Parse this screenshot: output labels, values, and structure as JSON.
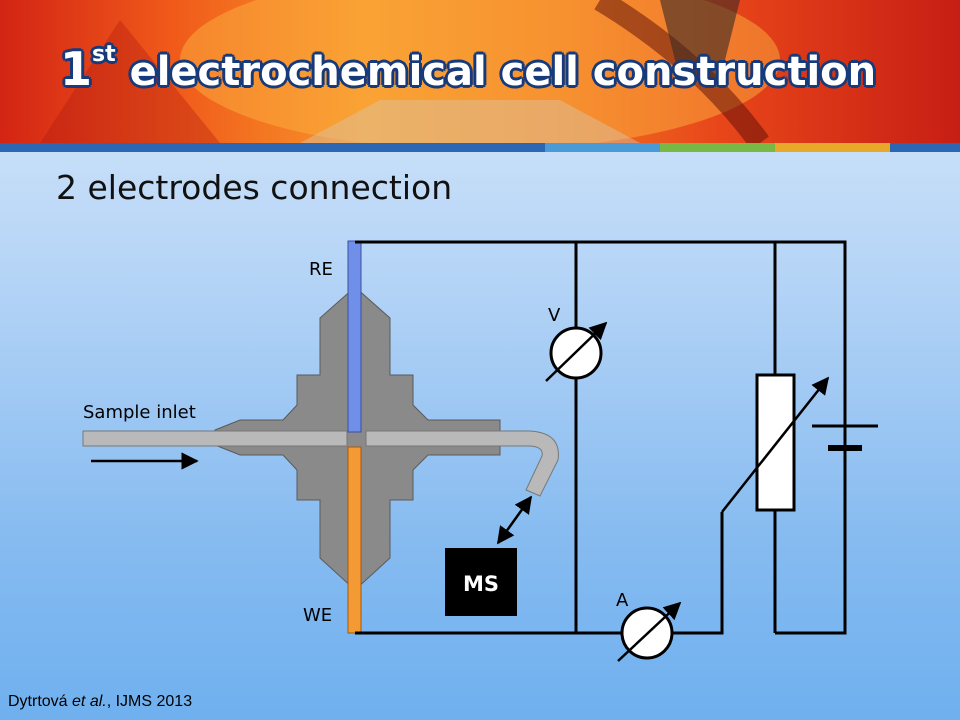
{
  "slide": {
    "title_number": "1",
    "title_superscript": "st",
    "title_text": " electrochemical cell construction",
    "subtitle": "2 electrodes connection",
    "citation": {
      "authors": "Dytrtová",
      "etal": "et al.",
      "separator": ", ",
      "journal": "IJMS 2013"
    }
  },
  "diagram": {
    "labels": {
      "reference_electrode": "RE",
      "working_electrode": "WE",
      "sample_inlet": "Sample inlet",
      "voltmeter": "V",
      "ammeter": "A",
      "mass_spectrometer": "MS"
    },
    "colors": {
      "reference_electrode": "#6f8fe8",
      "working_electrode": "#f49a35",
      "cell_body": "#8a8a8a",
      "capillary": "#b9b9b9",
      "wire": "#000000",
      "ms_box": "#000000"
    }
  },
  "banner": {
    "stripe_colors": [
      "#2b67b3",
      "#4a9ad6",
      "#7ab845",
      "#e8a82a",
      "#2b67b3"
    ]
  }
}
